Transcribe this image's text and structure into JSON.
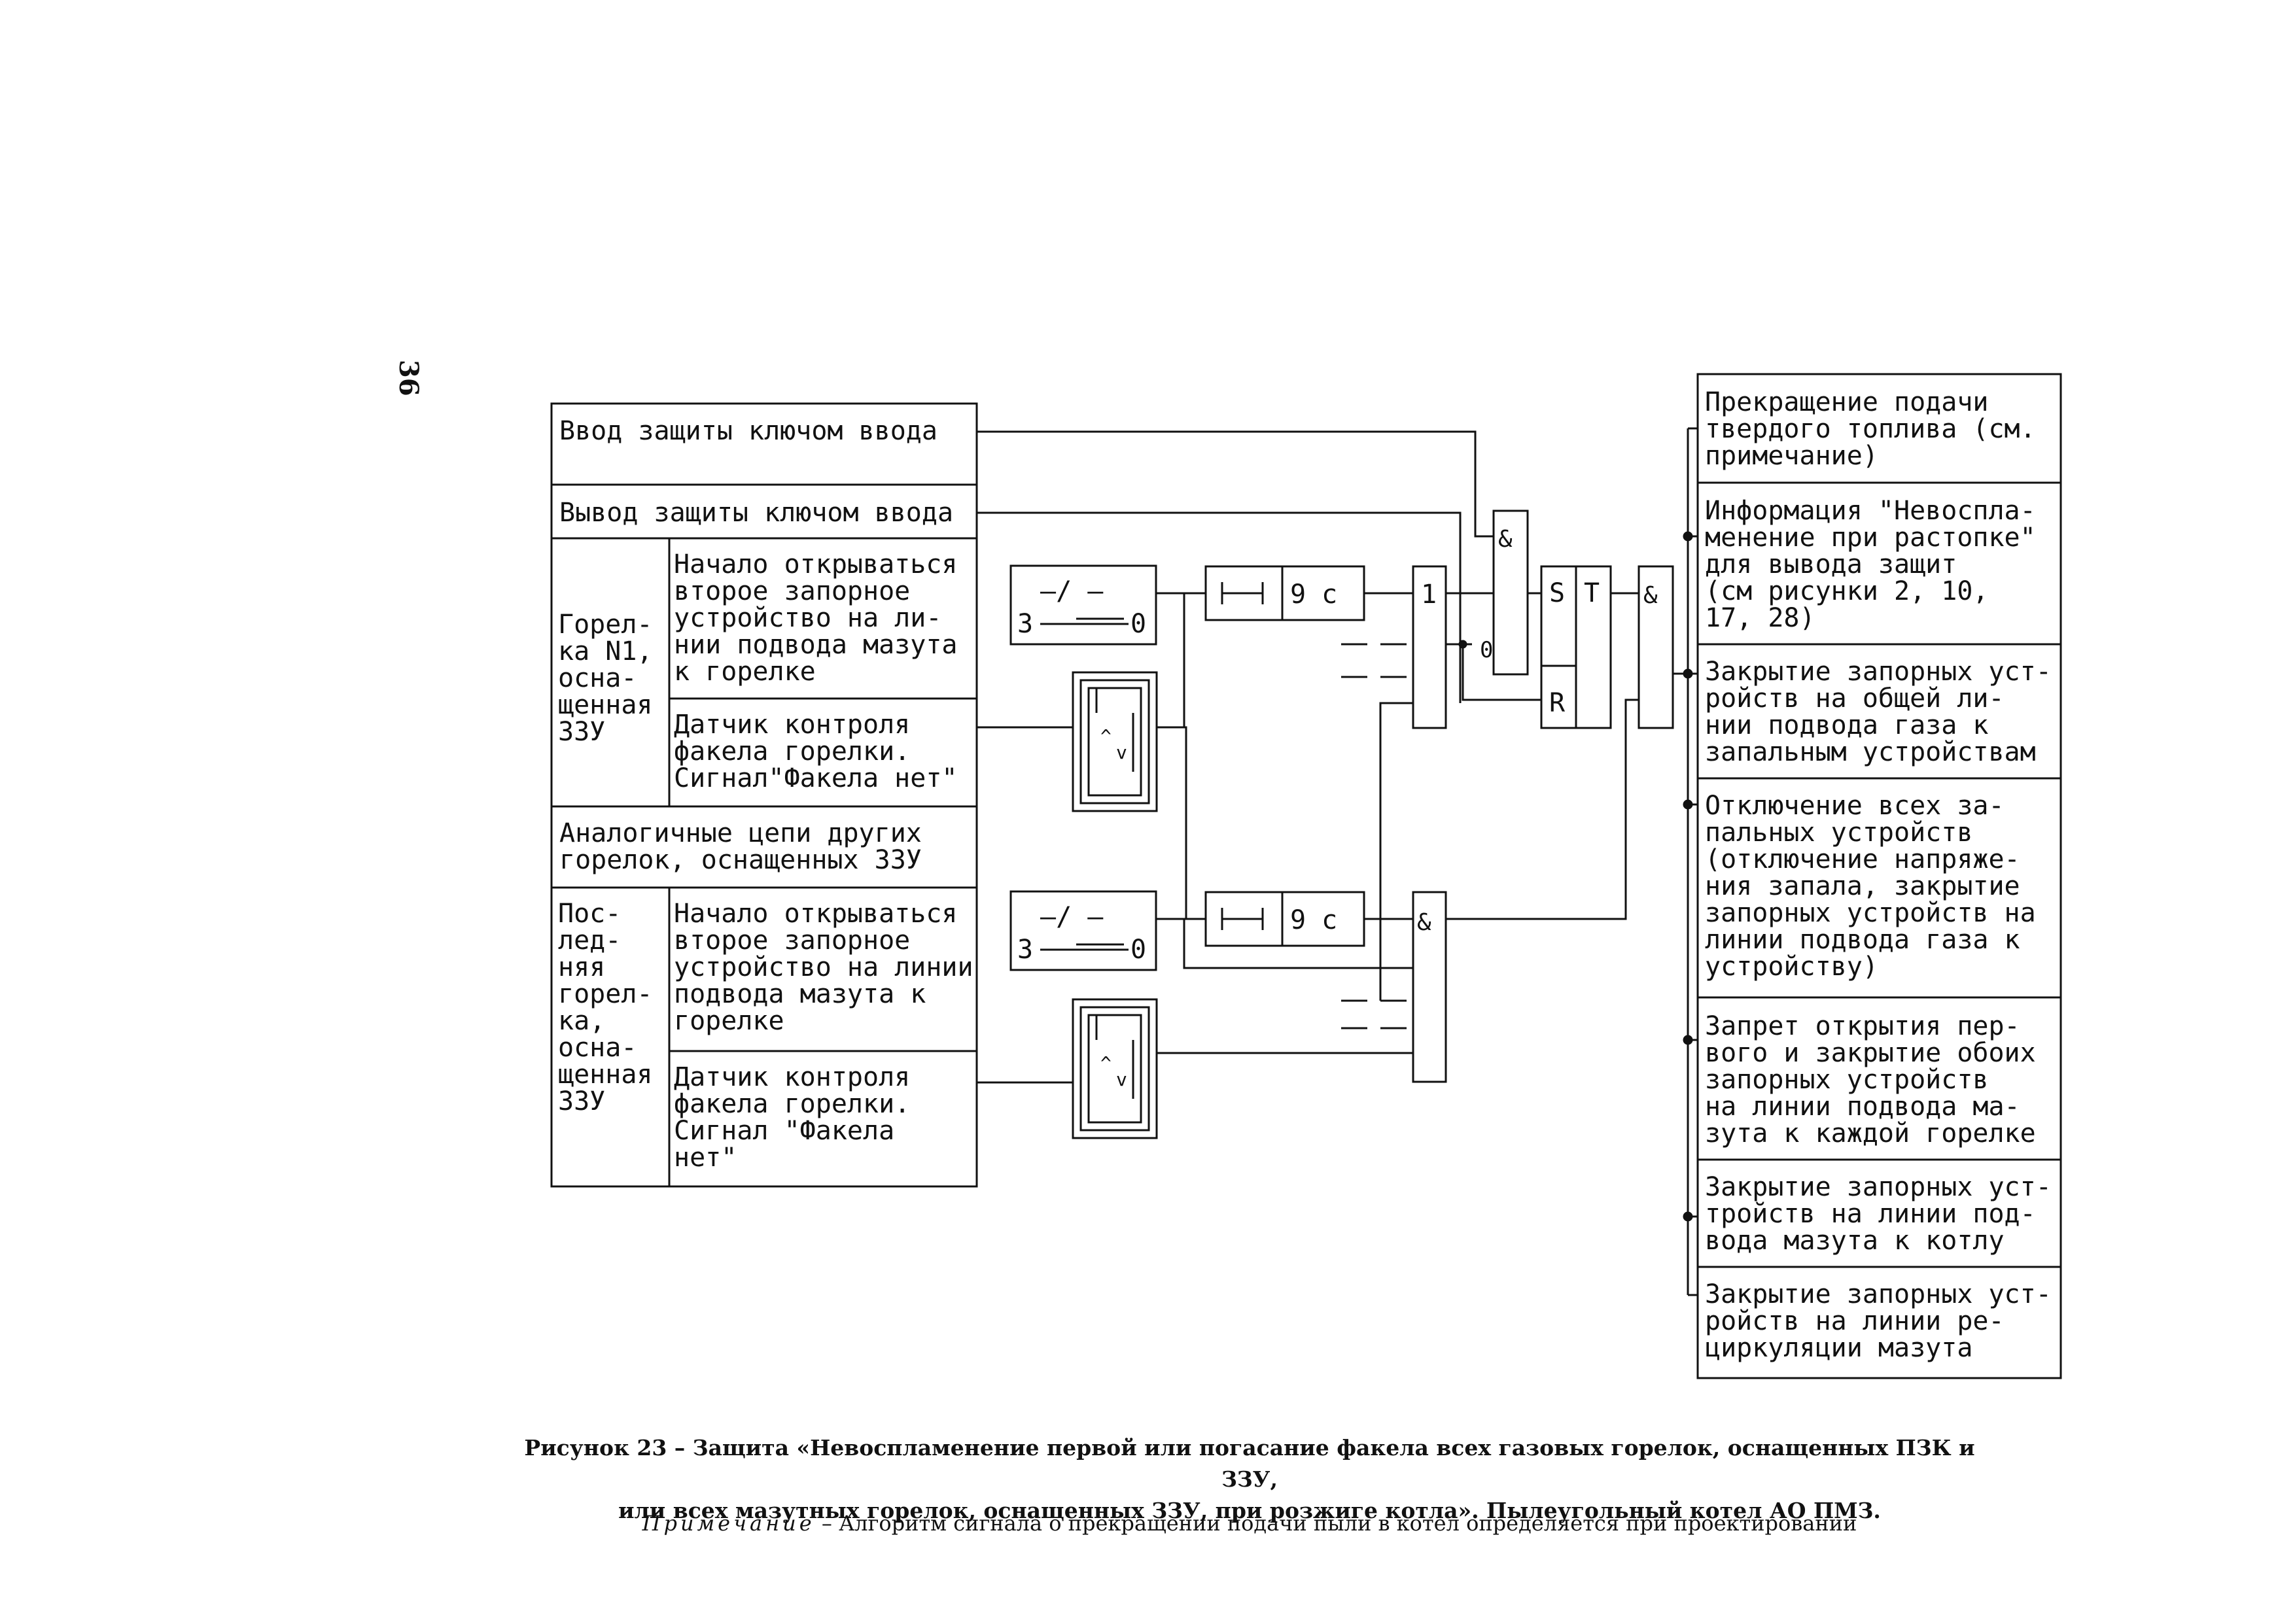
{
  "page_number": "36",
  "inputs": {
    "enable": "Ввод защиты ключом ввода",
    "disable": "Вывод защиты ключом ввода",
    "burner1": {
      "label": [
        "Горел-",
        "ка N1,",
        "осна-",
        "щенная",
        "ЗЗУ"
      ],
      "valve": [
        "Начало открываться",
        "второе запорное",
        "устройство на ли-",
        "нии подвода мазута",
        "к горелке"
      ],
      "sensor": [
        "Датчик контроля",
        "факела горелки.",
        "Сигнал\"Факела нет\""
      ]
    },
    "similar": [
      "Аналогичные цепи других",
      "горелок, оснащенных ЗЗУ"
    ],
    "burner_last": {
      "label": [
        "Пос-",
        "лед-",
        "няя",
        "горел-",
        "ка,",
        "осна-",
        "щенная",
        "ЗЗУ"
      ],
      "valve": [
        "Начало открываться",
        "второе запорное",
        "устройство на линии",
        "подвода мазута к",
        "горелке"
      ],
      "sensor": [
        "Датчик контроля",
        "факела горелки.",
        "Сигнал \"Факела",
        "нет\""
      ]
    }
  },
  "logic": {
    "switch_symbol": "—/ —",
    "switch_left": "3",
    "switch_right": "0",
    "delay": "9 с",
    "or_gate": "1",
    "and_gate": "&",
    "not_mark": "0",
    "trigger_s": "S",
    "trigger_t": "T",
    "trigger_r": "R",
    "compare_gt": "^",
    "compare_lt": "v"
  },
  "outputs": [
    [
      "Прекращение подачи",
      "твердого топлива (см.",
      "примечание)"
    ],
    [
      "Информация \"Невоспла-",
      "менение при растопке\"",
      "для вывода защит",
      "(см  рисунки 2, 10,",
      "17, 28)"
    ],
    [
      "Закрытие запорных уст-",
      "ройств на  общей ли-",
      "нии подвода газа к",
      "запальным устройствам"
    ],
    [
      "Отключение всех за-",
      "пальных устройств",
      "(отключение напряже-",
      "ния запала, закрытие",
      "запорных устройств на",
      "линии подвода газа к",
      "устройству)"
    ],
    [
      "Запрет открытия пер-",
      "вого и закрытие обоих",
      "запорных устройств",
      "на линии подвода ма-",
      "зута к каждой горелке"
    ],
    [
      "Закрытие запорных уст-",
      "тройств на линии под-",
      "вода мазута к котлу"
    ],
    [
      "Закрытие запорных уст-",
      "ройств на линии ре-",
      "циркуляции мазута"
    ]
  ],
  "caption": {
    "title_line1": "Рисунок 23 – Защита «Невоспламенение первой или погасание факела всех газовых горелок, оснащенных ПЗК и ЗЗУ,",
    "title_line2": "или всех мазутных горелок, оснащенных ЗЗУ, при розжиге котла». Пылеугольный котел АО ПМЗ.",
    "note_label": "Примечание",
    "note_text": " – Алгоритм сигнала о прекращении подачи пыли в котел определяется при проектировании"
  }
}
